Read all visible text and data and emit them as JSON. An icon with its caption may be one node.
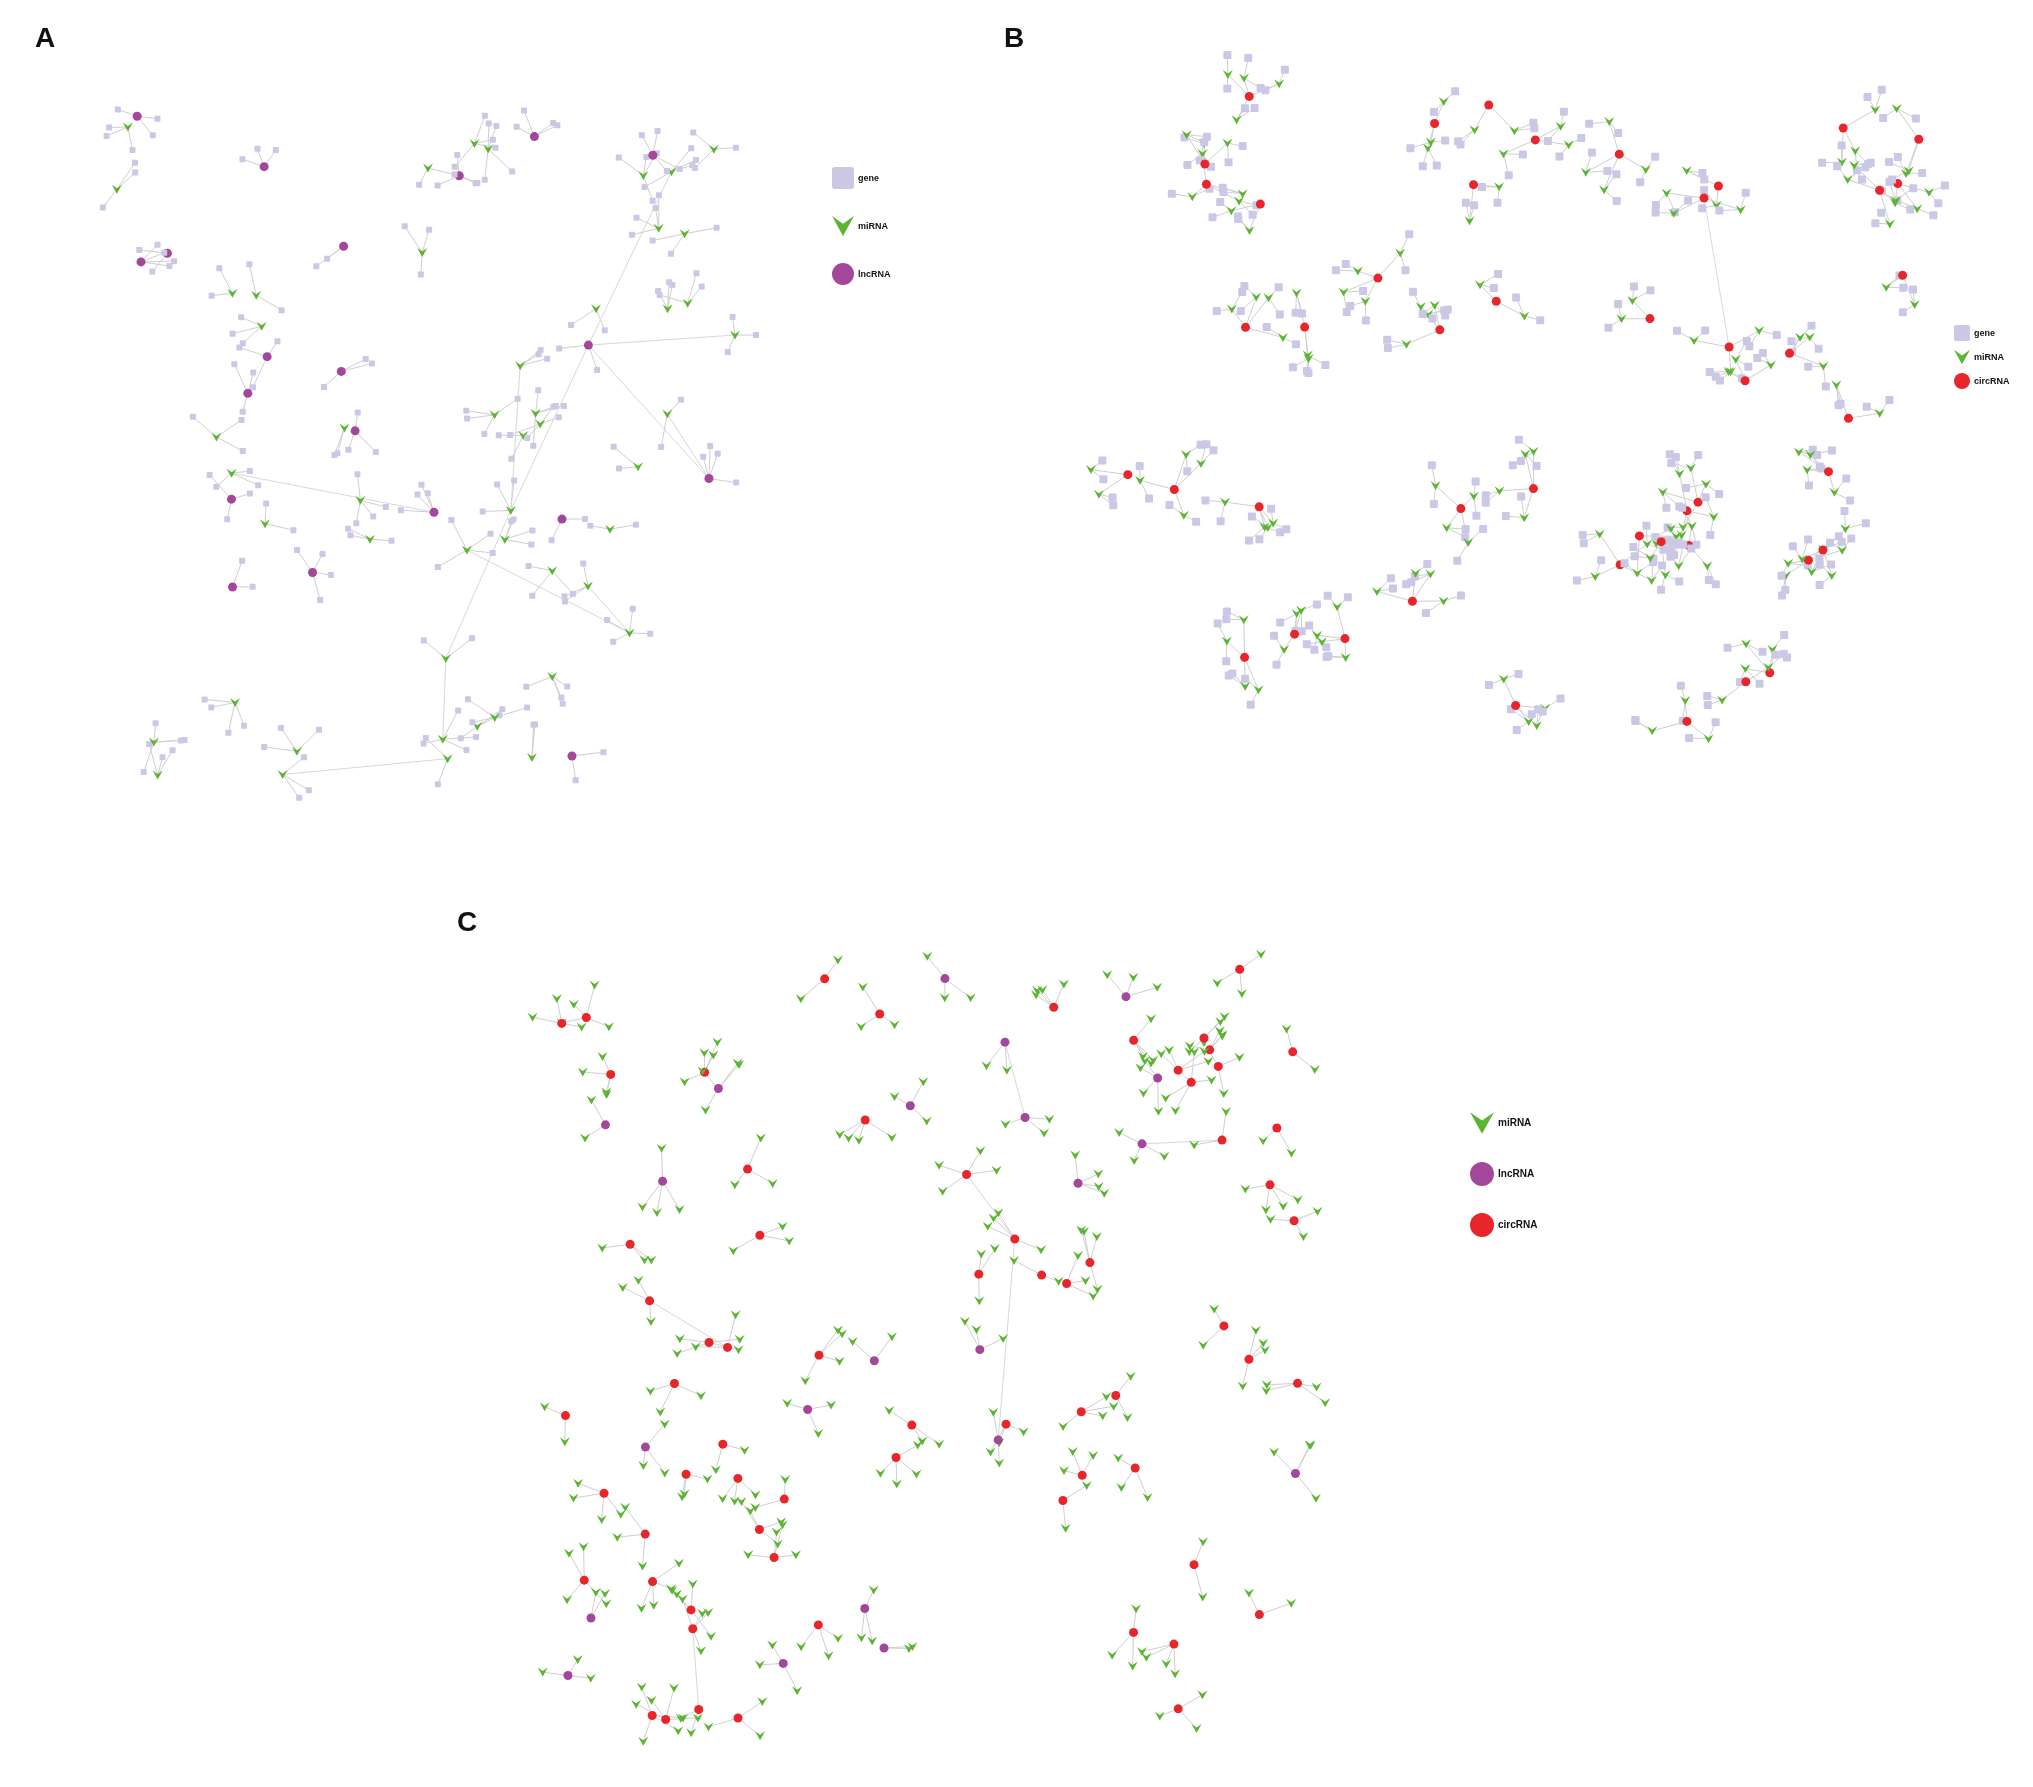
{
  "diagram": {
    "labels": [
      "A",
      "B",
      "C"
    ],
    "legend": [
      {
        "text": "gene",
        "color": "#cbc8e6"
      },
      {
        "text": "miRNA",
        "color": "#5cb531"
      },
      {
        "text": "lncRNA",
        "color": "#a3479b"
      },
      {
        "text": "gene",
        "color": "#cbc8e6"
      },
      {
        "text": "miRNA",
        "color": "#5cb531"
      },
      {
        "text": "circRNA",
        "color": "#e8252a"
      },
      {
        "text": "miRNA",
        "color": "#5cb531"
      },
      {
        "text": "lncRNA",
        "color": "#a3479b"
      },
      {
        "text": "circRNA",
        "color": "#e8252a"
      }
    ]
  }
}
